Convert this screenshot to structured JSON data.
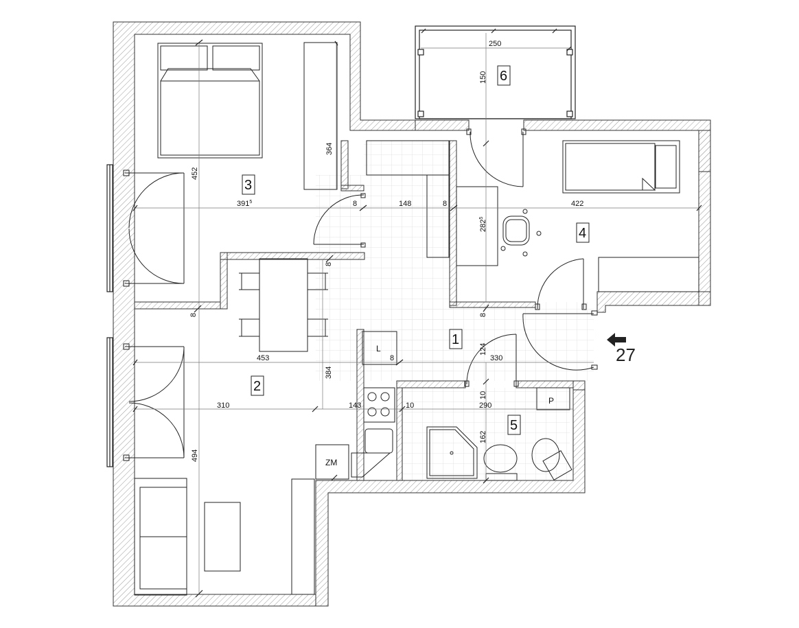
{
  "rooms": [
    {
      "number": "1"
    },
    {
      "number": "2"
    },
    {
      "number": "3"
    },
    {
      "number": "4"
    },
    {
      "number": "5"
    },
    {
      "number": "6"
    }
  ],
  "dimensions": {
    "r3_width": "391",
    "r3_width_sup": "5",
    "r3_height": "452",
    "wardrobe": "364",
    "corridor_w": "148",
    "r4_width": "422",
    "desk": "282",
    "desk_sup": "5",
    "balcony_w": "250",
    "balcony_h": "150",
    "r2_width": "453",
    "r2_inner": "310",
    "r2_height": "494",
    "kitchen_h": "384",
    "kitchen_w": "143",
    "hall_w": "330",
    "hall_h": "124",
    "bath_w": "290",
    "bath_h": "162",
    "wall_8a": "8",
    "wall_8b": "8",
    "wall_8c": "8",
    "wall_8d": "8",
    "wall_8e": "8",
    "wall_8f": "8",
    "wall_10a": "10",
    "wall_10b": "10"
  },
  "labels": {
    "fridge": "L",
    "boiler": "ZM",
    "washer": "P",
    "unit_number": "27"
  },
  "colors": {
    "wall_hatch": "#999999",
    "line": "#111111",
    "tile_grid": "#d8d8d8"
  }
}
